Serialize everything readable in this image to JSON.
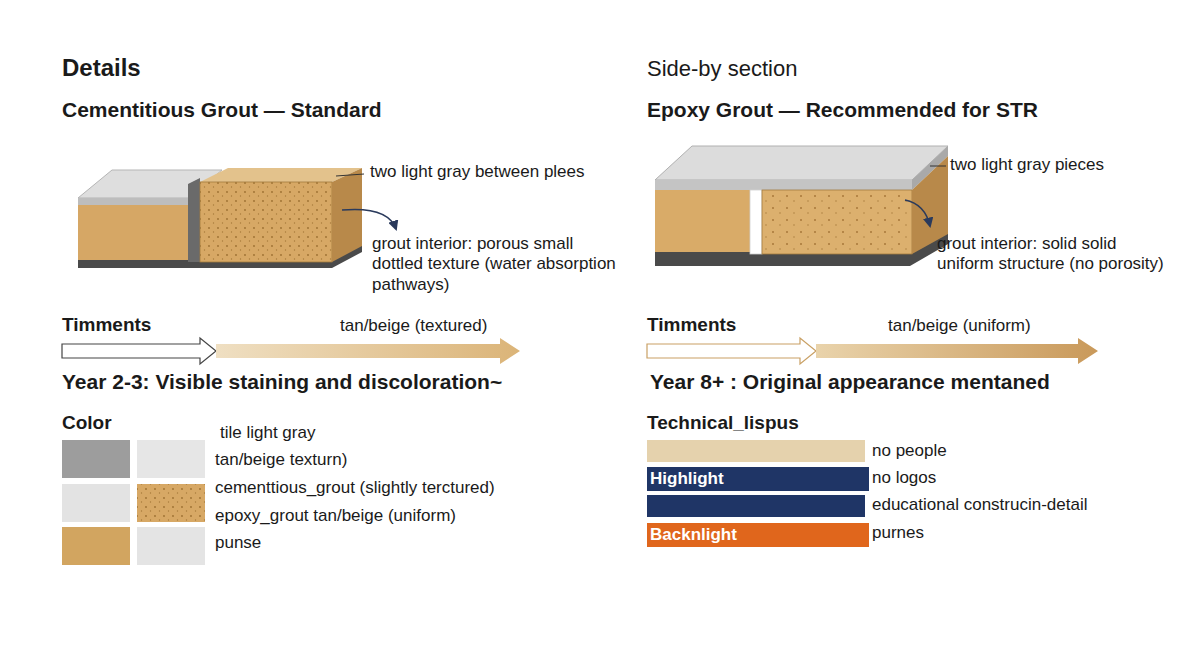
{
  "diagram": {
    "nodes": [
      {
        "text": [
          "Highlight"
        ]
      },
      {
        "text": [
          "Backnlight"
        ]
      }
    ],
    "labels": [
      "Details",
      "Cementitious Grout — Standard",
      "two light gray between plees",
      "grout interior: porous small dottled texture (water absorption pathways)",
      "Timments",
      "tan/beige (textured)",
      "Year 2-3: Visible staining and discoloration~",
      "Color",
      "tile light gray",
      "tan/beige texturn)",
      "cementtious_grout (slightly terctured)",
      "epoxy_grout tan/beige (uniform)",
      "punse",
      "Side-by section",
      "Epoxy Grout — Recommended for STR",
      "two light gray pieces",
      "grout interior: solid solid uniform structure (no porosity)",
      "Timments",
      "tan/beige (uniform)",
      "Year 8+ : Original appearance mentaned",
      "Technical_lispus",
      "no people",
      "no logos",
      "educational construcin-detail",
      "purnes"
    ]
  }
}
